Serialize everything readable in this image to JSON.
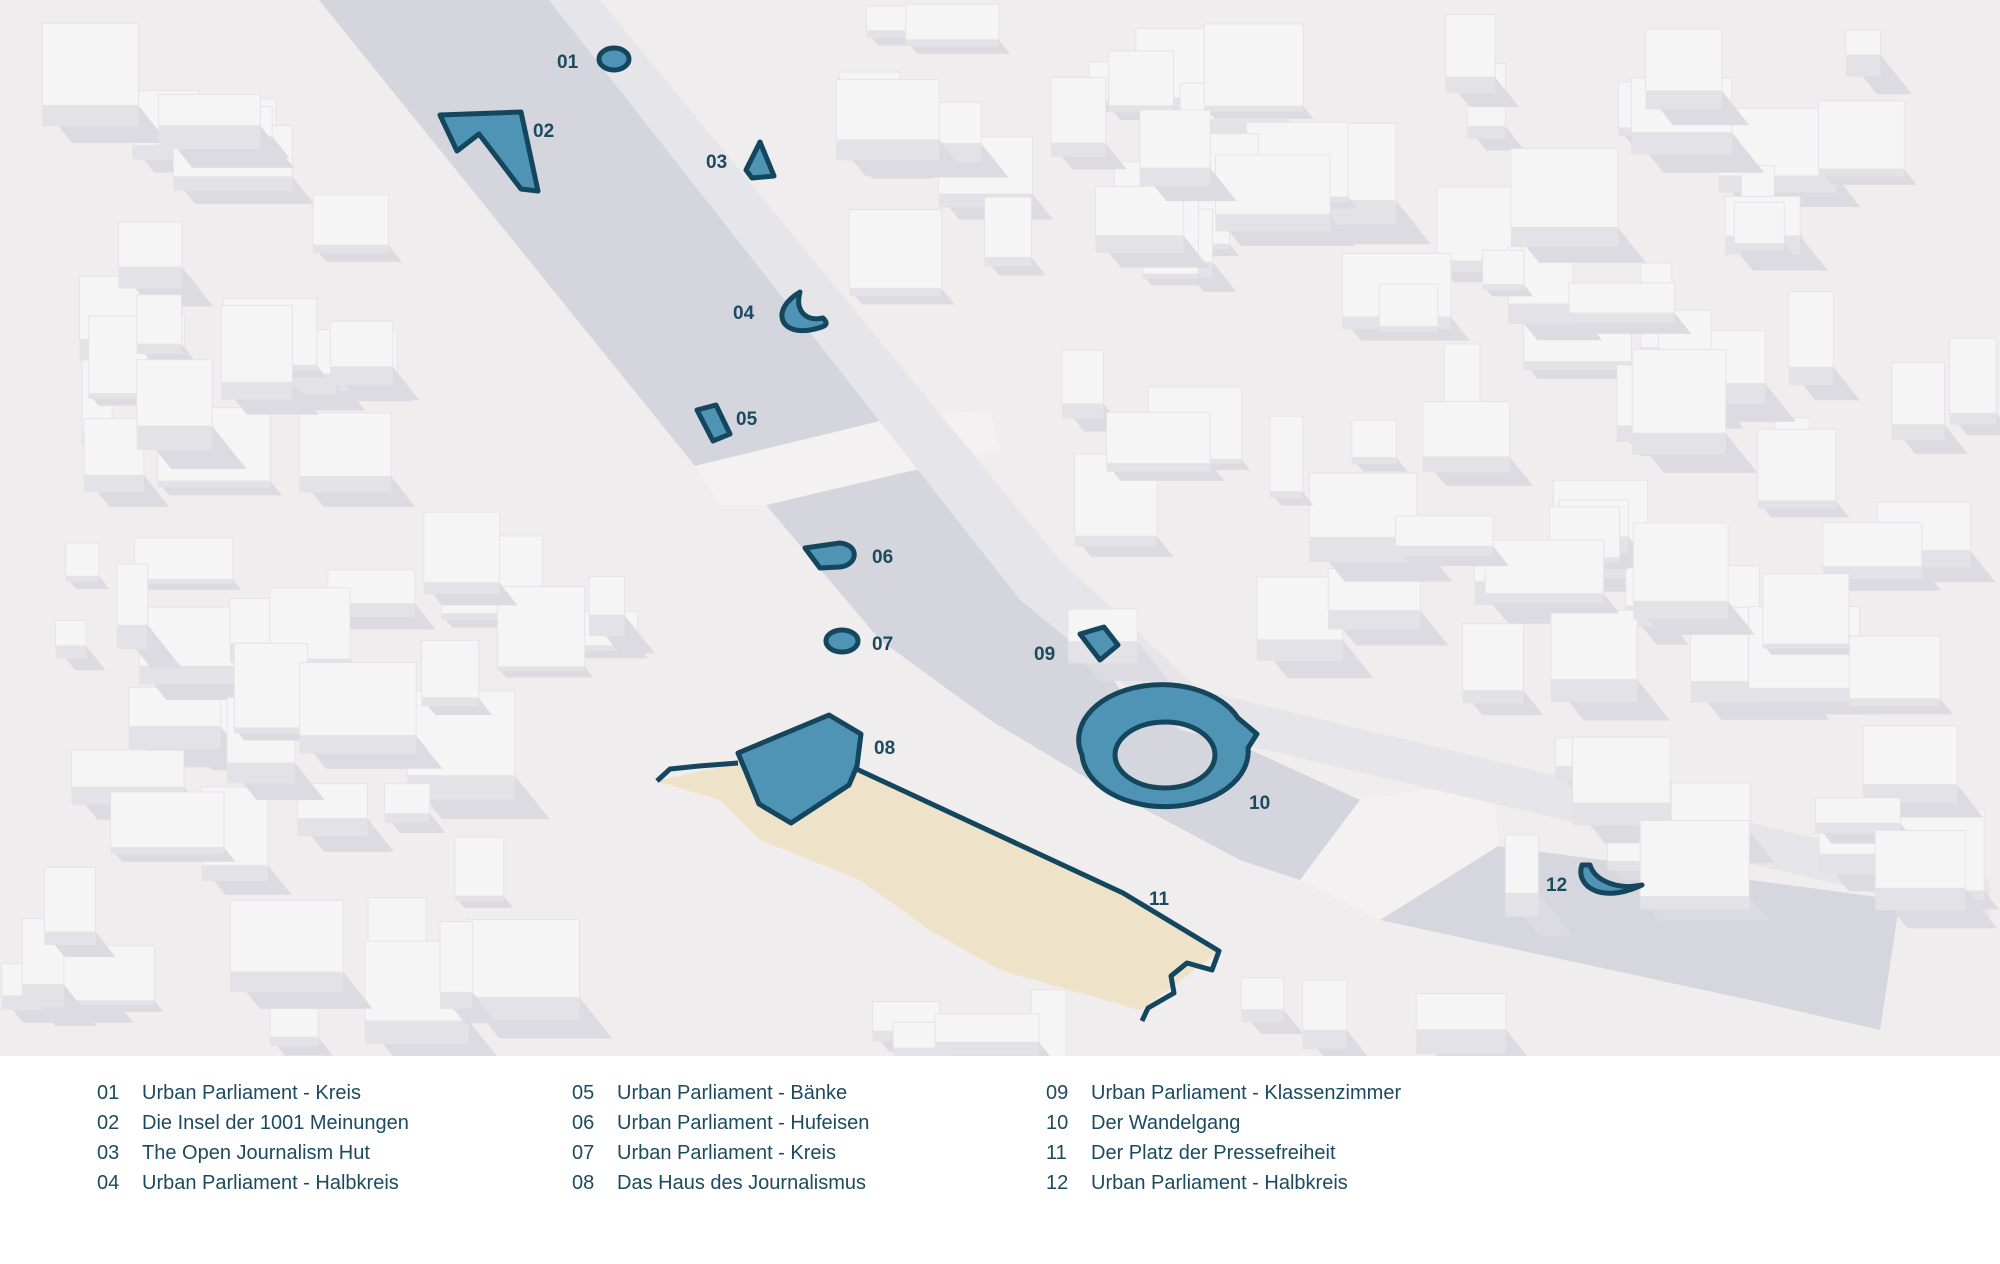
{
  "colors": {
    "marker_fill": "#4f94b4",
    "marker_stroke": "#14465e",
    "water": "#d4d5dd",
    "plaza": "#eee2c8",
    "text": "#1c4a60"
  },
  "markers": [
    {
      "num": "01",
      "name": "Urban Parliament - Kreis"
    },
    {
      "num": "02",
      "name": "Die Insel der 1001 Meinungen"
    },
    {
      "num": "03",
      "name": "The Open Journalism Hut"
    },
    {
      "num": "04",
      "name": "Urban Parliament - Halbkreis"
    },
    {
      "num": "05",
      "name": "Urban Parliament - Bänke"
    },
    {
      "num": "06",
      "name": "Urban Parliament - Hufeisen"
    },
    {
      "num": "07",
      "name": "Urban Parliament - Kreis"
    },
    {
      "num": "08",
      "name": "Das Haus des Journalismus"
    },
    {
      "num": "09",
      "name": "Urban Parliament - Klassenzimmer"
    },
    {
      "num": "10",
      "name": "Der Wandelgang"
    },
    {
      "num": "11",
      "name": "Der Platz der Pressefreiheit"
    },
    {
      "num": "12",
      "name": "Urban Parliament - Halbkreis"
    }
  ]
}
